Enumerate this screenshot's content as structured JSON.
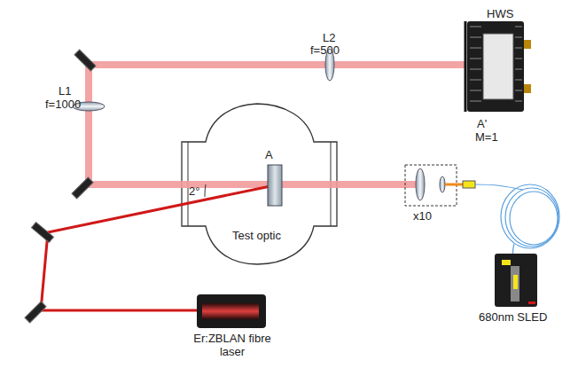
{
  "diagram": {
    "labels": [
      "L2",
      "f=500",
      "HWS",
      "L1",
      "f=1000",
      "A",
      "A'",
      "M=1",
      "2°",
      "Test optic",
      "x10",
      "680nm SLED",
      "Er:ZBLAN fibre laser"
    ]
  }
}
